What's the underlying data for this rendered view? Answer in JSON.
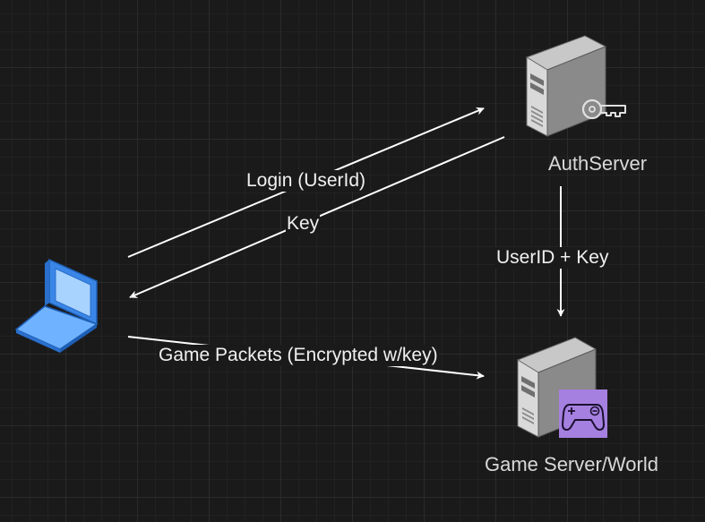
{
  "nodes": {
    "client": {
      "icon": "laptop-icon"
    },
    "auth_server": {
      "label": "AuthServer",
      "icon": "server-icon",
      "badge_icon": "key-icon"
    },
    "game_server": {
      "label": "Game Server/World",
      "icon": "server-icon",
      "badge_icon": "gamepad-icon",
      "badge_color": "#a680e0"
    }
  },
  "edges": {
    "login": {
      "label": "Login (UserId)"
    },
    "key": {
      "label": "Key"
    },
    "auth_to_game": {
      "label": "UserID + Key"
    },
    "game_packets": {
      "label": "Game Packets (Encrypted w/key)"
    }
  },
  "colors": {
    "background": "#1a1a1a",
    "line": "#ffffff",
    "text": "#f0f0f0"
  }
}
